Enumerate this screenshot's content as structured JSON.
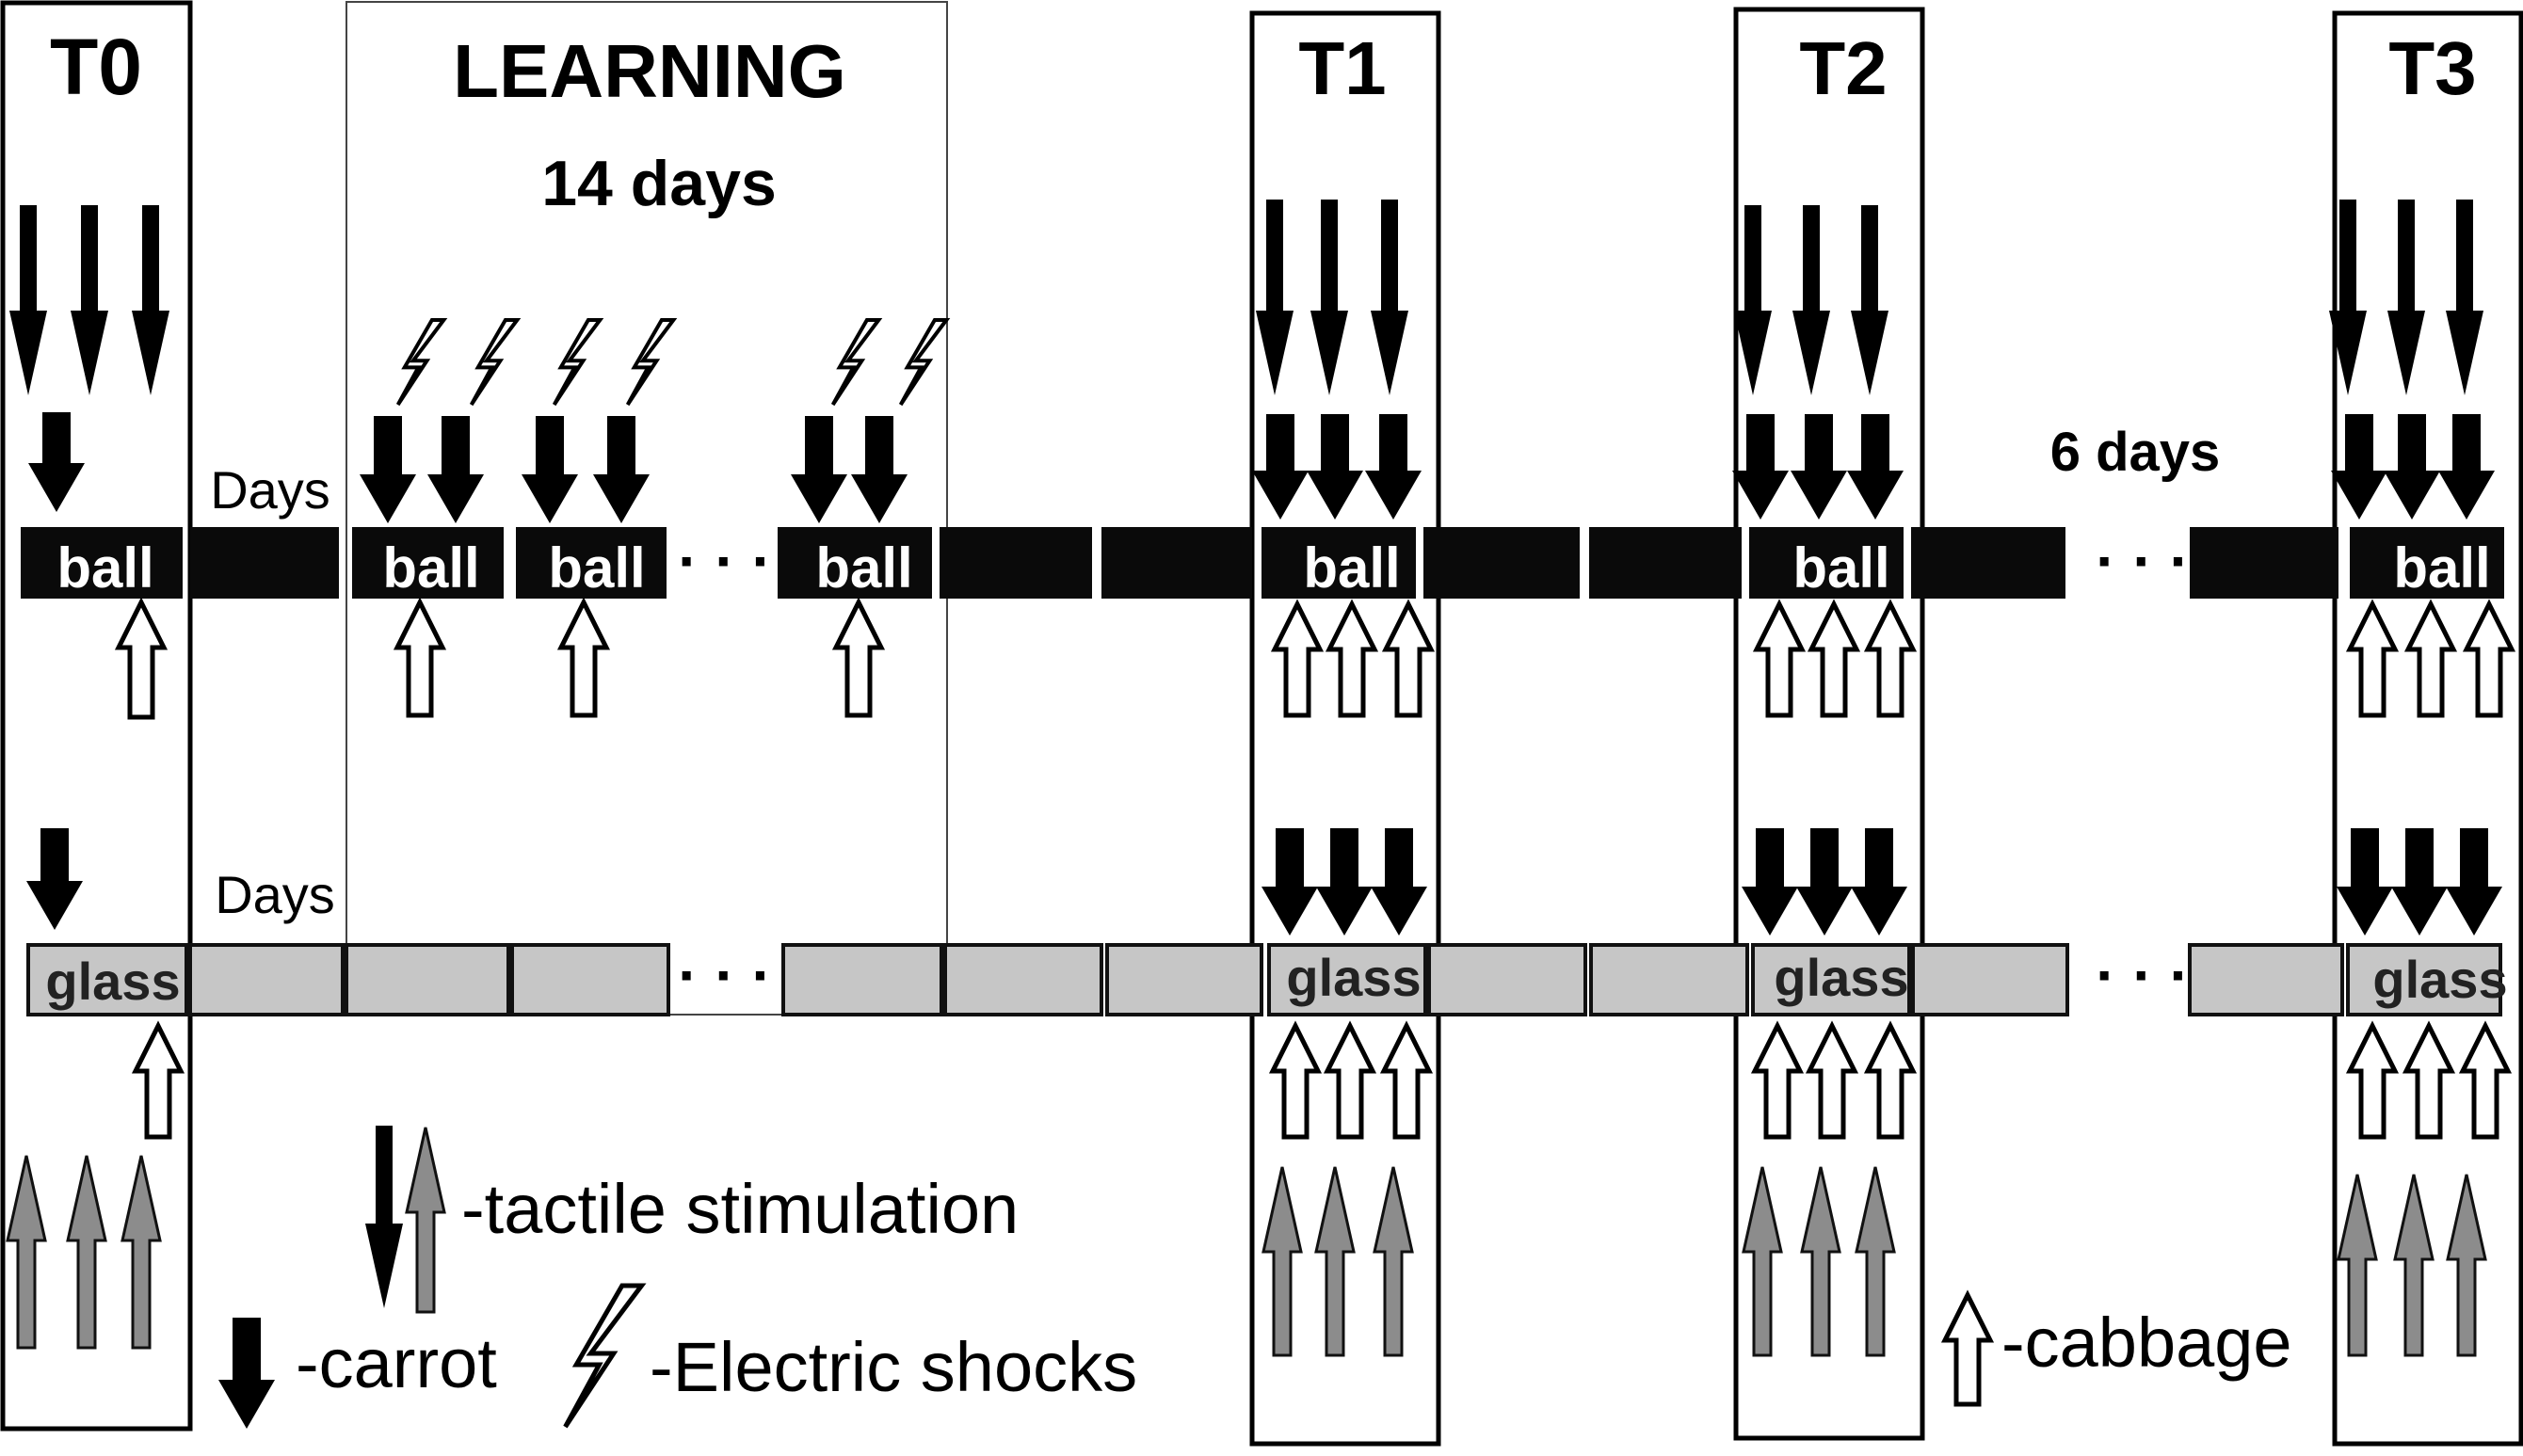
{
  "panels": {
    "t0": "T0",
    "learning": "LEARNING",
    "learning_duration": "14 days",
    "t1": "T1",
    "t2": "T2",
    "t3": "T3"
  },
  "timeline_labels": {
    "days_ball": "Days",
    "days_glass": "Days",
    "gap_days": "6 days",
    "ellipsis": "· · ·"
  },
  "objects": {
    "ball": "ball",
    "glass": "glass"
  },
  "legend": {
    "tactile": "-tactile stimulation",
    "carrot": "-carrot",
    "shocks": "-Electric shocks",
    "cabbage": "-cabbage"
  },
  "colors": {
    "black": "#000000",
    "ball_bar": "#0a0a0a",
    "glass_bar": "#c6c6c6",
    "grey_arrow": "#8c8c8c",
    "white": "#ffffff"
  }
}
